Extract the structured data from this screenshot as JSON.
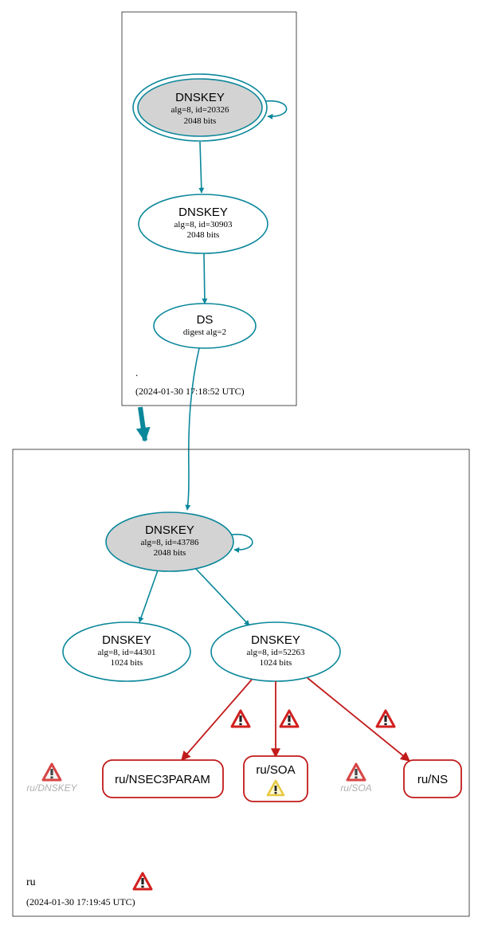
{
  "colors": {
    "teal": "#0a879a",
    "red": "#c21a1a",
    "grey_fill": "#d3d3d3",
    "faded": "#b0b0b0",
    "warn_red": "#d22020",
    "warn_yellow": "#e8c840"
  },
  "zones": {
    "root": {
      "name": ".",
      "timestamp": "(2024-01-30 17:18:52 UTC)",
      "nodes": {
        "ksk": {
          "title": "DNSKEY",
          "line1": "alg=8, id=20326",
          "line2": "2048 bits"
        },
        "zsk": {
          "title": "DNSKEY",
          "line1": "alg=8, id=30903",
          "line2": "2048 bits"
        },
        "ds": {
          "title": "DS",
          "line1": "digest alg=2"
        }
      }
    },
    "ru": {
      "name": "ru",
      "timestamp": "(2024-01-30 17:19:45 UTC)",
      "nodes": {
        "ksk": {
          "title": "DNSKEY",
          "line1": "alg=8, id=43786",
          "line2": "2048 bits"
        },
        "zsk1": {
          "title": "DNSKEY",
          "line1": "alg=8, id=44301",
          "line2": "1024 bits"
        },
        "zsk2": {
          "title": "DNSKEY",
          "line1": "alg=8, id=52263",
          "line2": "1024 bits"
        }
      },
      "rrsets": {
        "nsec3param": "ru/NSEC3PARAM",
        "soa": "ru/SOA",
        "ns": "ru/NS"
      },
      "faded_labels": {
        "dnskey": "ru/DNSKEY",
        "soa": "ru/SOA"
      }
    }
  }
}
